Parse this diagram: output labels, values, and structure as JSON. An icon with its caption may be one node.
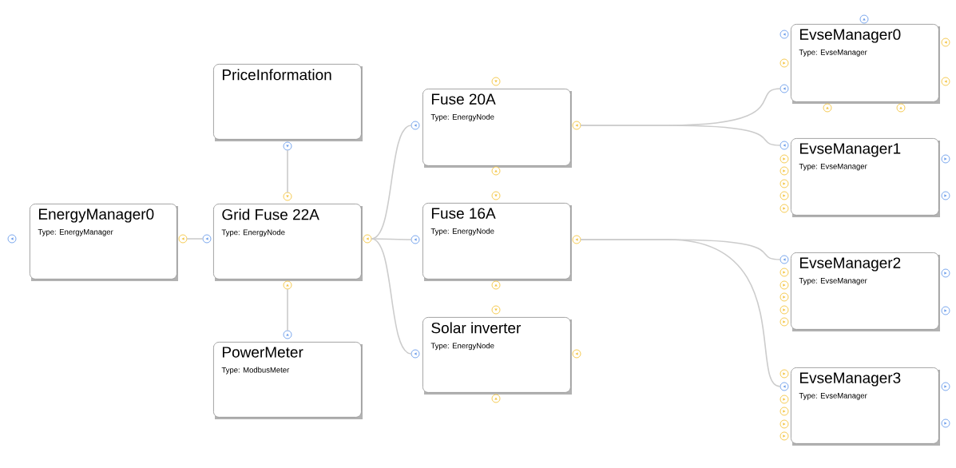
{
  "diagram": {
    "nodes": [
      {
        "text": [
          "EnergyManager0",
          "Type: EnergyManager"
        ]
      },
      {
        "text": [
          "PriceInformation"
        ]
      },
      {
        "text": [
          "Grid Fuse 22A",
          "Type: EnergyNode"
        ]
      },
      {
        "text": [
          "PowerMeter",
          "Type: ModbusMeter"
        ]
      },
      {
        "text": [
          "Fuse 20A",
          "Type: EnergyNode"
        ]
      },
      {
        "text": [
          "Fuse 16A",
          "Type: EnergyNode"
        ]
      },
      {
        "text": [
          "Solar inverter",
          "Type: EnergyNode"
        ]
      },
      {
        "text": [
          "EvseManager0",
          "Type: EvseManager"
        ]
      },
      {
        "text": [
          "EvseManager1",
          "Type: EvseManager"
        ]
      },
      {
        "text": [
          "EvseManager2",
          "Type: EvseManager"
        ]
      },
      {
        "text": [
          "EvseManager3",
          "Type: EvseManager"
        ]
      }
    ],
    "edges": [
      {
        "from": 0,
        "to": 2,
        "arrow": "none"
      },
      {
        "from": 1,
        "to": 2,
        "arrow": "none"
      },
      {
        "from": 2,
        "to": 3,
        "arrow": "none"
      },
      {
        "from": 2,
        "to": 4,
        "arrow": "none"
      },
      {
        "from": 2,
        "to": 5,
        "arrow": "none"
      },
      {
        "from": 2,
        "to": 6,
        "arrow": "none"
      },
      {
        "from": 4,
        "to": 7,
        "arrow": "none"
      },
      {
        "from": 4,
        "to": 8,
        "arrow": "none"
      },
      {
        "from": 5,
        "to": 9,
        "arrow": "none"
      },
      {
        "from": 5,
        "to": 10,
        "arrow": "none"
      }
    ]
  }
}
